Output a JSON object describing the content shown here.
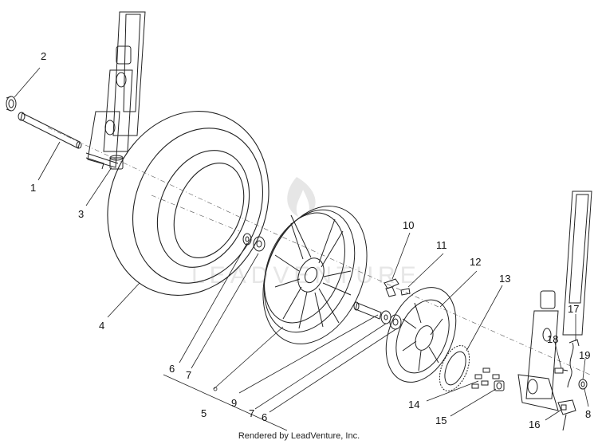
{
  "footer": "Rendered by LeadVenture, Inc.",
  "watermark": "LEADVENTURE",
  "colors": {
    "line": "#222222",
    "watermark": "#e6e6e6"
  },
  "labels": {
    "p1": "1",
    "p2": "2",
    "p3": "3",
    "p4": "4",
    "p5": "5",
    "p6a": "6",
    "p6b": "6",
    "p7a": "7",
    "p7b": "7",
    "p8": "8",
    "p9": "9",
    "p10": "10",
    "p11": "11",
    "p12": "12",
    "p13": "13",
    "p14": "14",
    "p15": "15",
    "p16": "16",
    "p17": "17",
    "p18": "18",
    "p19": "19"
  }
}
